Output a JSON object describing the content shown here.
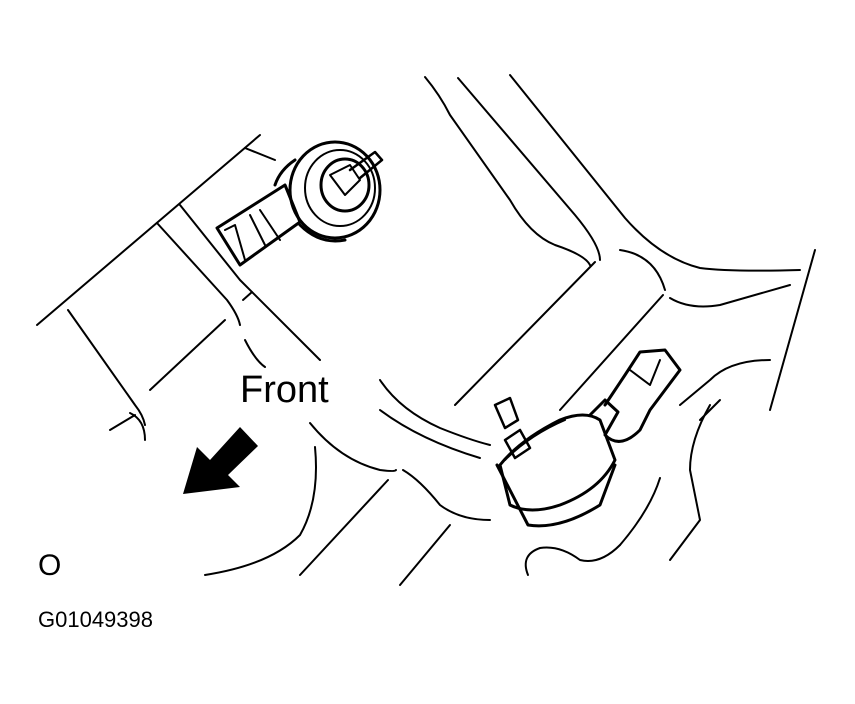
{
  "diagram": {
    "type": "automotive service line drawing",
    "labels": {
      "front": "Front",
      "view_marker": "O",
      "figure_id": "G01049398"
    },
    "components": [
      {
        "name": "upper-sensor",
        "description": "sensor with threaded stud and electrical connector, upper left"
      },
      {
        "name": "lower-sensor",
        "description": "sensor with threaded stud and electrical connector, lower right"
      }
    ],
    "direction_arrow": {
      "label": "Front",
      "direction": "down-left"
    },
    "colors": {
      "line": "#000000",
      "background": "#ffffff"
    }
  }
}
